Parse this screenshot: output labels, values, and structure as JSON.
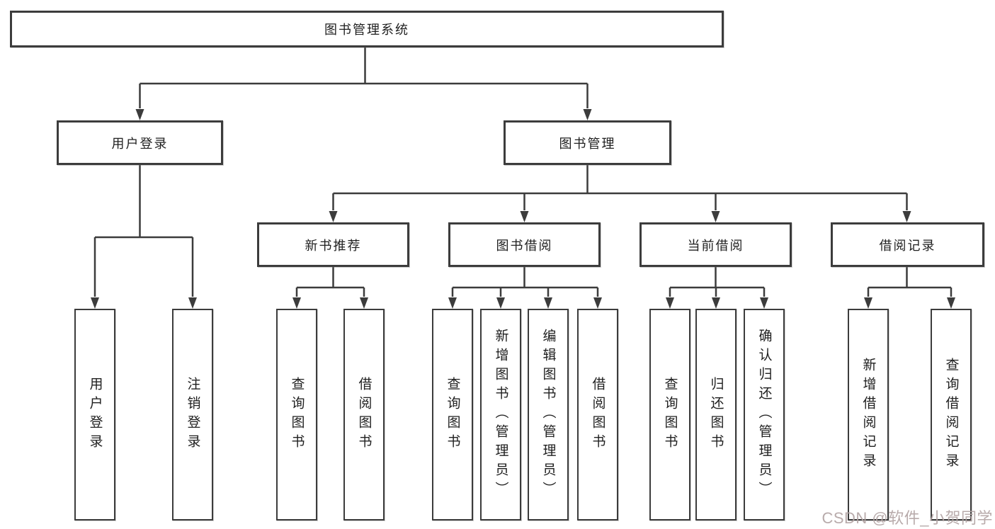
{
  "tree": {
    "label": "图书管理系统",
    "children": [
      {
        "label": "用户登录",
        "children": [
          {
            "label": "用户登录"
          },
          {
            "label": "注销登录"
          }
        ]
      },
      {
        "label": "图书管理",
        "children": [
          {
            "label": "新书推荐",
            "children": [
              {
                "label": "查询图书"
              },
              {
                "label": "借阅图书"
              }
            ]
          },
          {
            "label": "图书借阅",
            "children": [
              {
                "label": "查询图书"
              },
              {
                "label": "新增图书（管理员）"
              },
              {
                "label": "编辑图书（管理员）"
              },
              {
                "label": "借阅图书"
              }
            ]
          },
          {
            "label": "当前借阅",
            "children": [
              {
                "label": "查询图书"
              },
              {
                "label": "归还图书"
              },
              {
                "label": "确认归还（管理员）"
              }
            ]
          },
          {
            "label": "借阅记录",
            "children": [
              {
                "label": "新增借阅记录"
              },
              {
                "label": "查询借阅记录"
              }
            ]
          }
        ]
      }
    ]
  },
  "watermark": {
    "text": "CSDN @软件_小贺同学"
  },
  "colors": {
    "border": "#3c3c3c",
    "line": "#3c3c3c",
    "text": "#1f1f1f",
    "watermark": "#b3a4a4",
    "bg": "#ffffff"
  }
}
